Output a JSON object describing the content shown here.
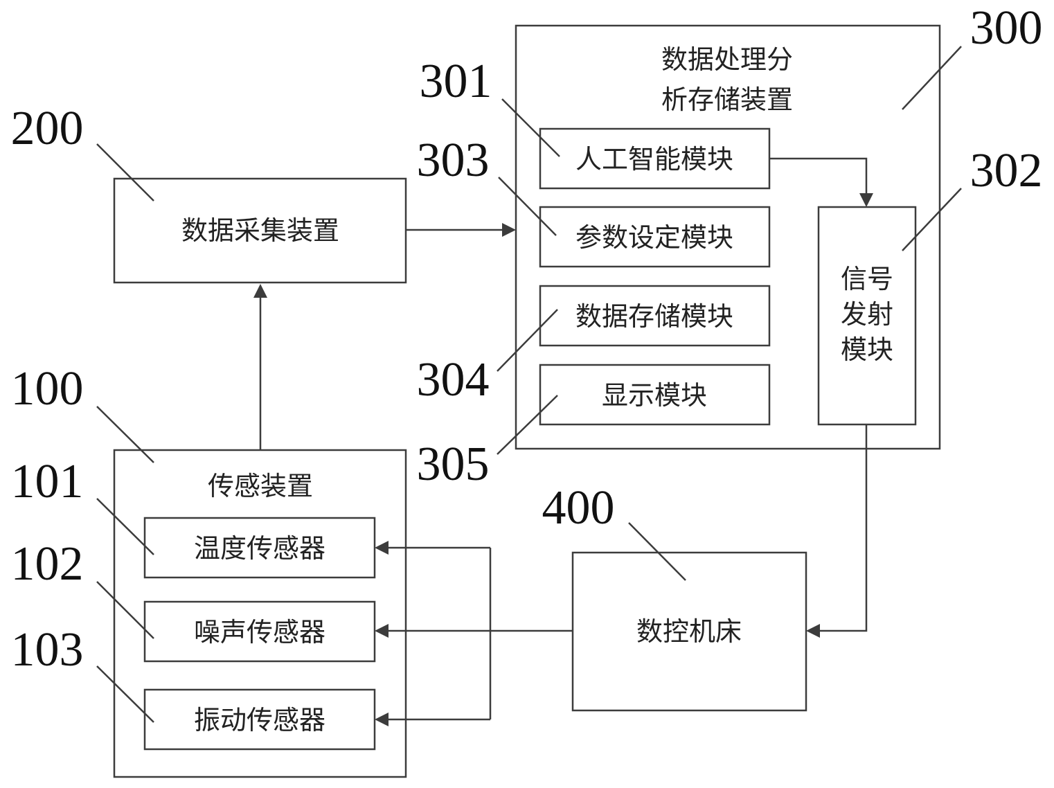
{
  "ref_numbers": {
    "sensing": "100",
    "temp_sensor": "101",
    "noise_sensor": "102",
    "vibration_sensor": "103",
    "acquisition": "200",
    "processing": "300",
    "ai_module": "301",
    "signal_module": "302",
    "param_module": "303",
    "storage_module": "304",
    "display_module": "305",
    "cnc": "400"
  },
  "labels": {
    "acquisition": "数据采集装置",
    "processing_line1": "数据处理分",
    "processing_line2": "析存储装置",
    "ai_module": "人工智能模块",
    "param_module": "参数设定模块",
    "storage_module": "数据存储模块",
    "display_module": "显示模块",
    "signal_line1": "信号",
    "signal_line2": "发射",
    "signal_line3": "模块",
    "sensing": "传感装置",
    "temp_sensor": "温度传感器",
    "noise_sensor": "噪声传感器",
    "vibration_sensor": "振动传感器",
    "cnc": "数控机床"
  },
  "colors": {
    "stroke": "#3c3c3c",
    "text": "#222222"
  }
}
